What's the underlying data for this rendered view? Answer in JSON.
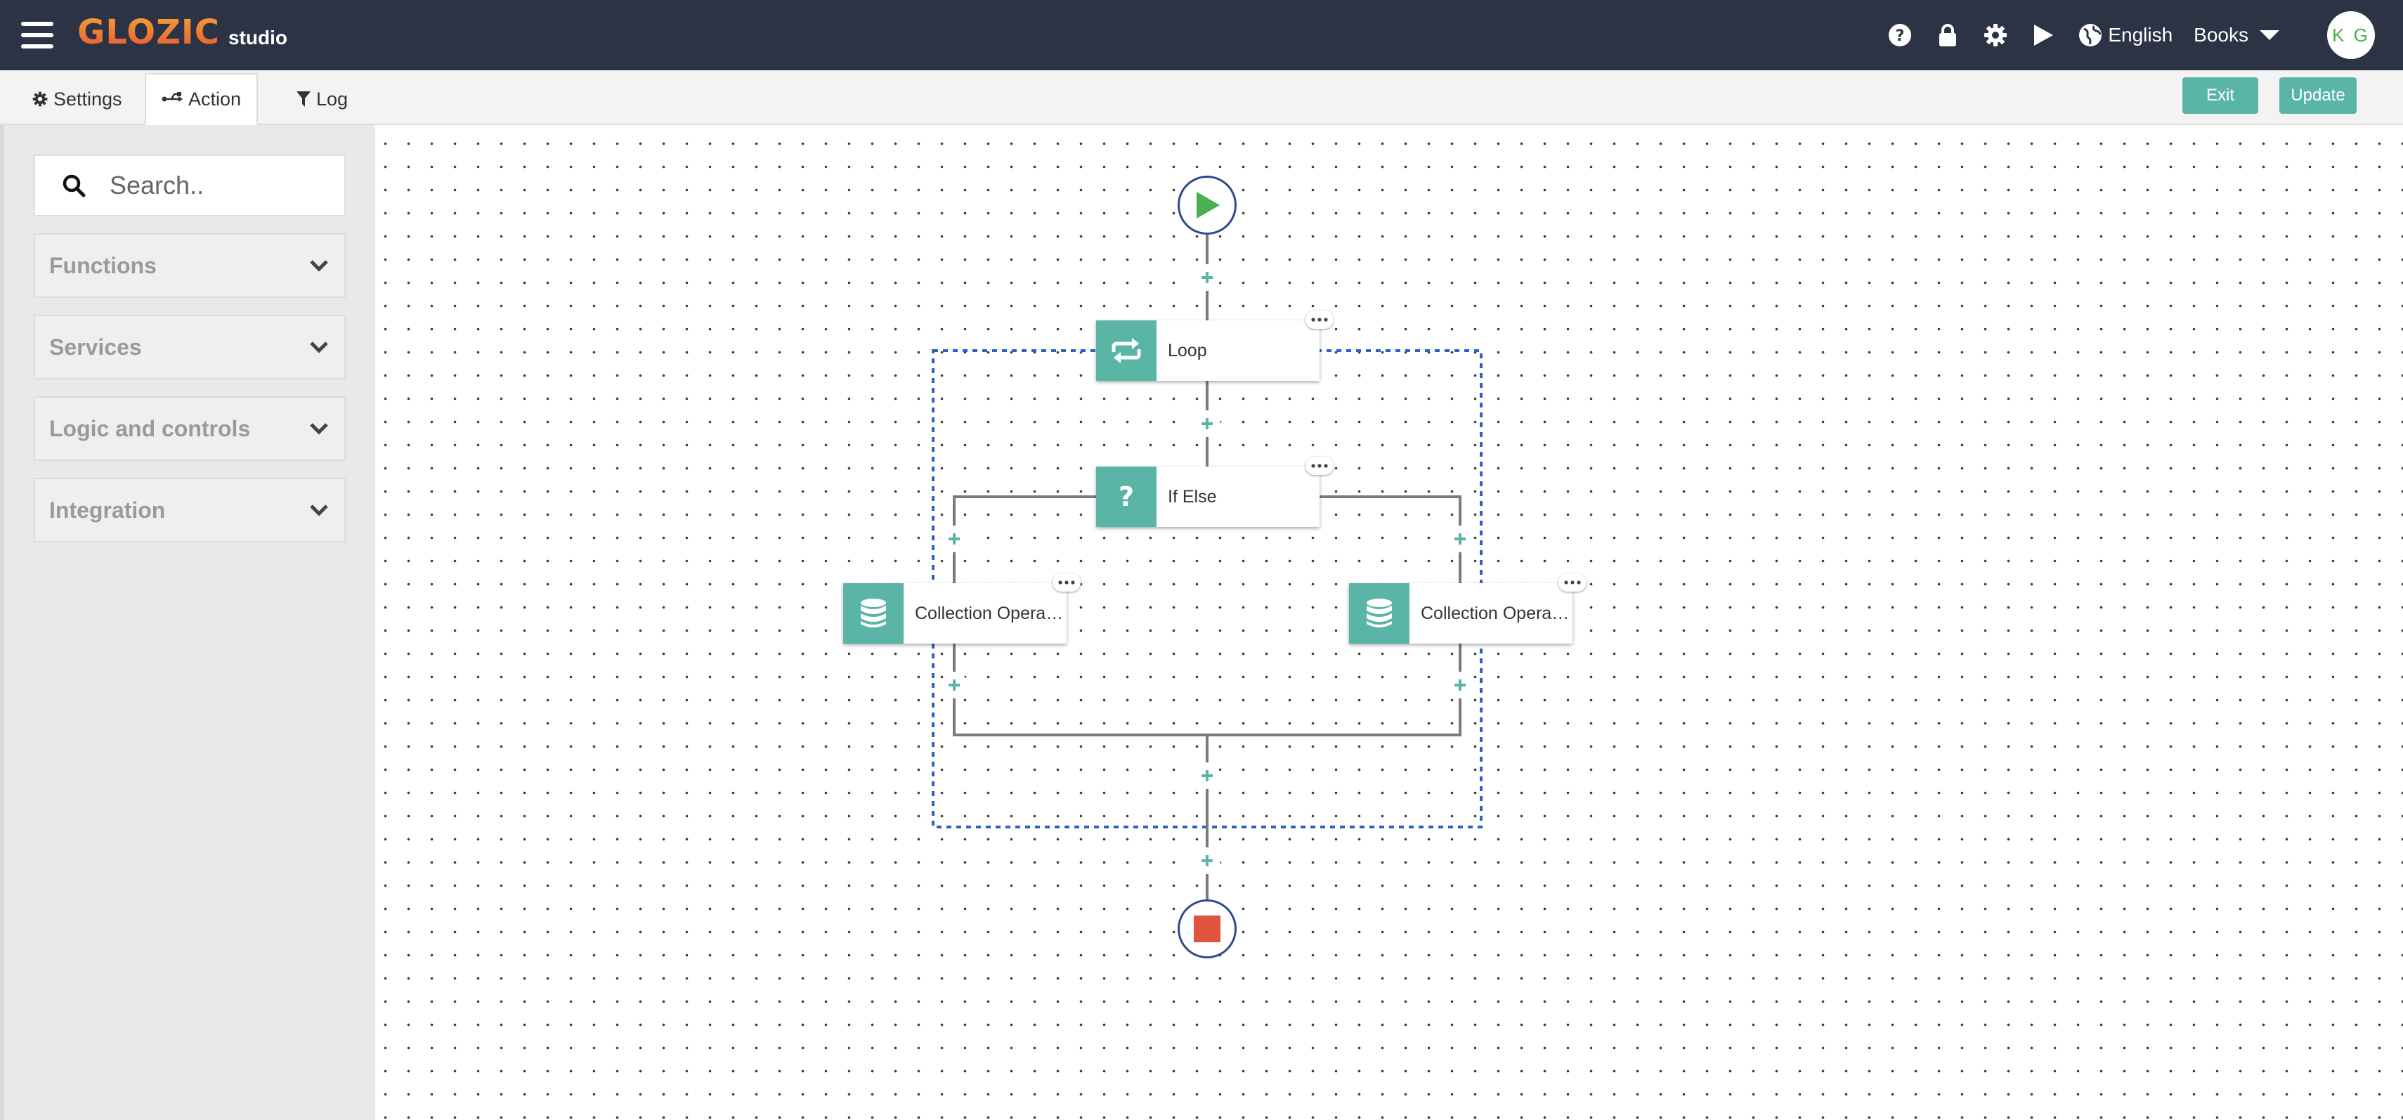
{
  "header": {
    "logo_text": "GLOZIC",
    "logo_sub": "studio",
    "icons": [
      "help-icon",
      "lock-icon",
      "gear-icon",
      "play-icon",
      "globe-icon"
    ],
    "language": "English",
    "workspace": "Books",
    "avatar_initials": "K G"
  },
  "tabs": [
    {
      "label": "Settings",
      "icon": "gear-icon",
      "active": false
    },
    {
      "label": "Action",
      "icon": "flow-icon",
      "active": true
    },
    {
      "label": "Log",
      "icon": "filter-icon",
      "active": false
    }
  ],
  "toolbar": {
    "exit_label": "Exit",
    "update_label": "Update"
  },
  "sidebar": {
    "search_placeholder": "Search..",
    "sections": [
      {
        "label": "Functions"
      },
      {
        "label": "Services"
      },
      {
        "label": "Logic and controls"
      },
      {
        "label": "Integration"
      }
    ]
  },
  "flow": {
    "start": {
      "icon": "play-icon",
      "color": "#4caf50"
    },
    "loop": {
      "label": "Loop",
      "icon": "repeat-icon"
    },
    "if_else": {
      "label": "If Else",
      "icon": "question-icon"
    },
    "branch_left": {
      "label": "Collection Operat…",
      "icon": "database-icon"
    },
    "branch_right": {
      "label": "Collection Operat…",
      "icon": "database-icon"
    },
    "end": {
      "icon": "stop-icon",
      "color": "#e0533d"
    }
  },
  "colors": {
    "navbar": "#2b3345",
    "accent": "#5bb5a7",
    "loop_border": "#2b63c2"
  }
}
